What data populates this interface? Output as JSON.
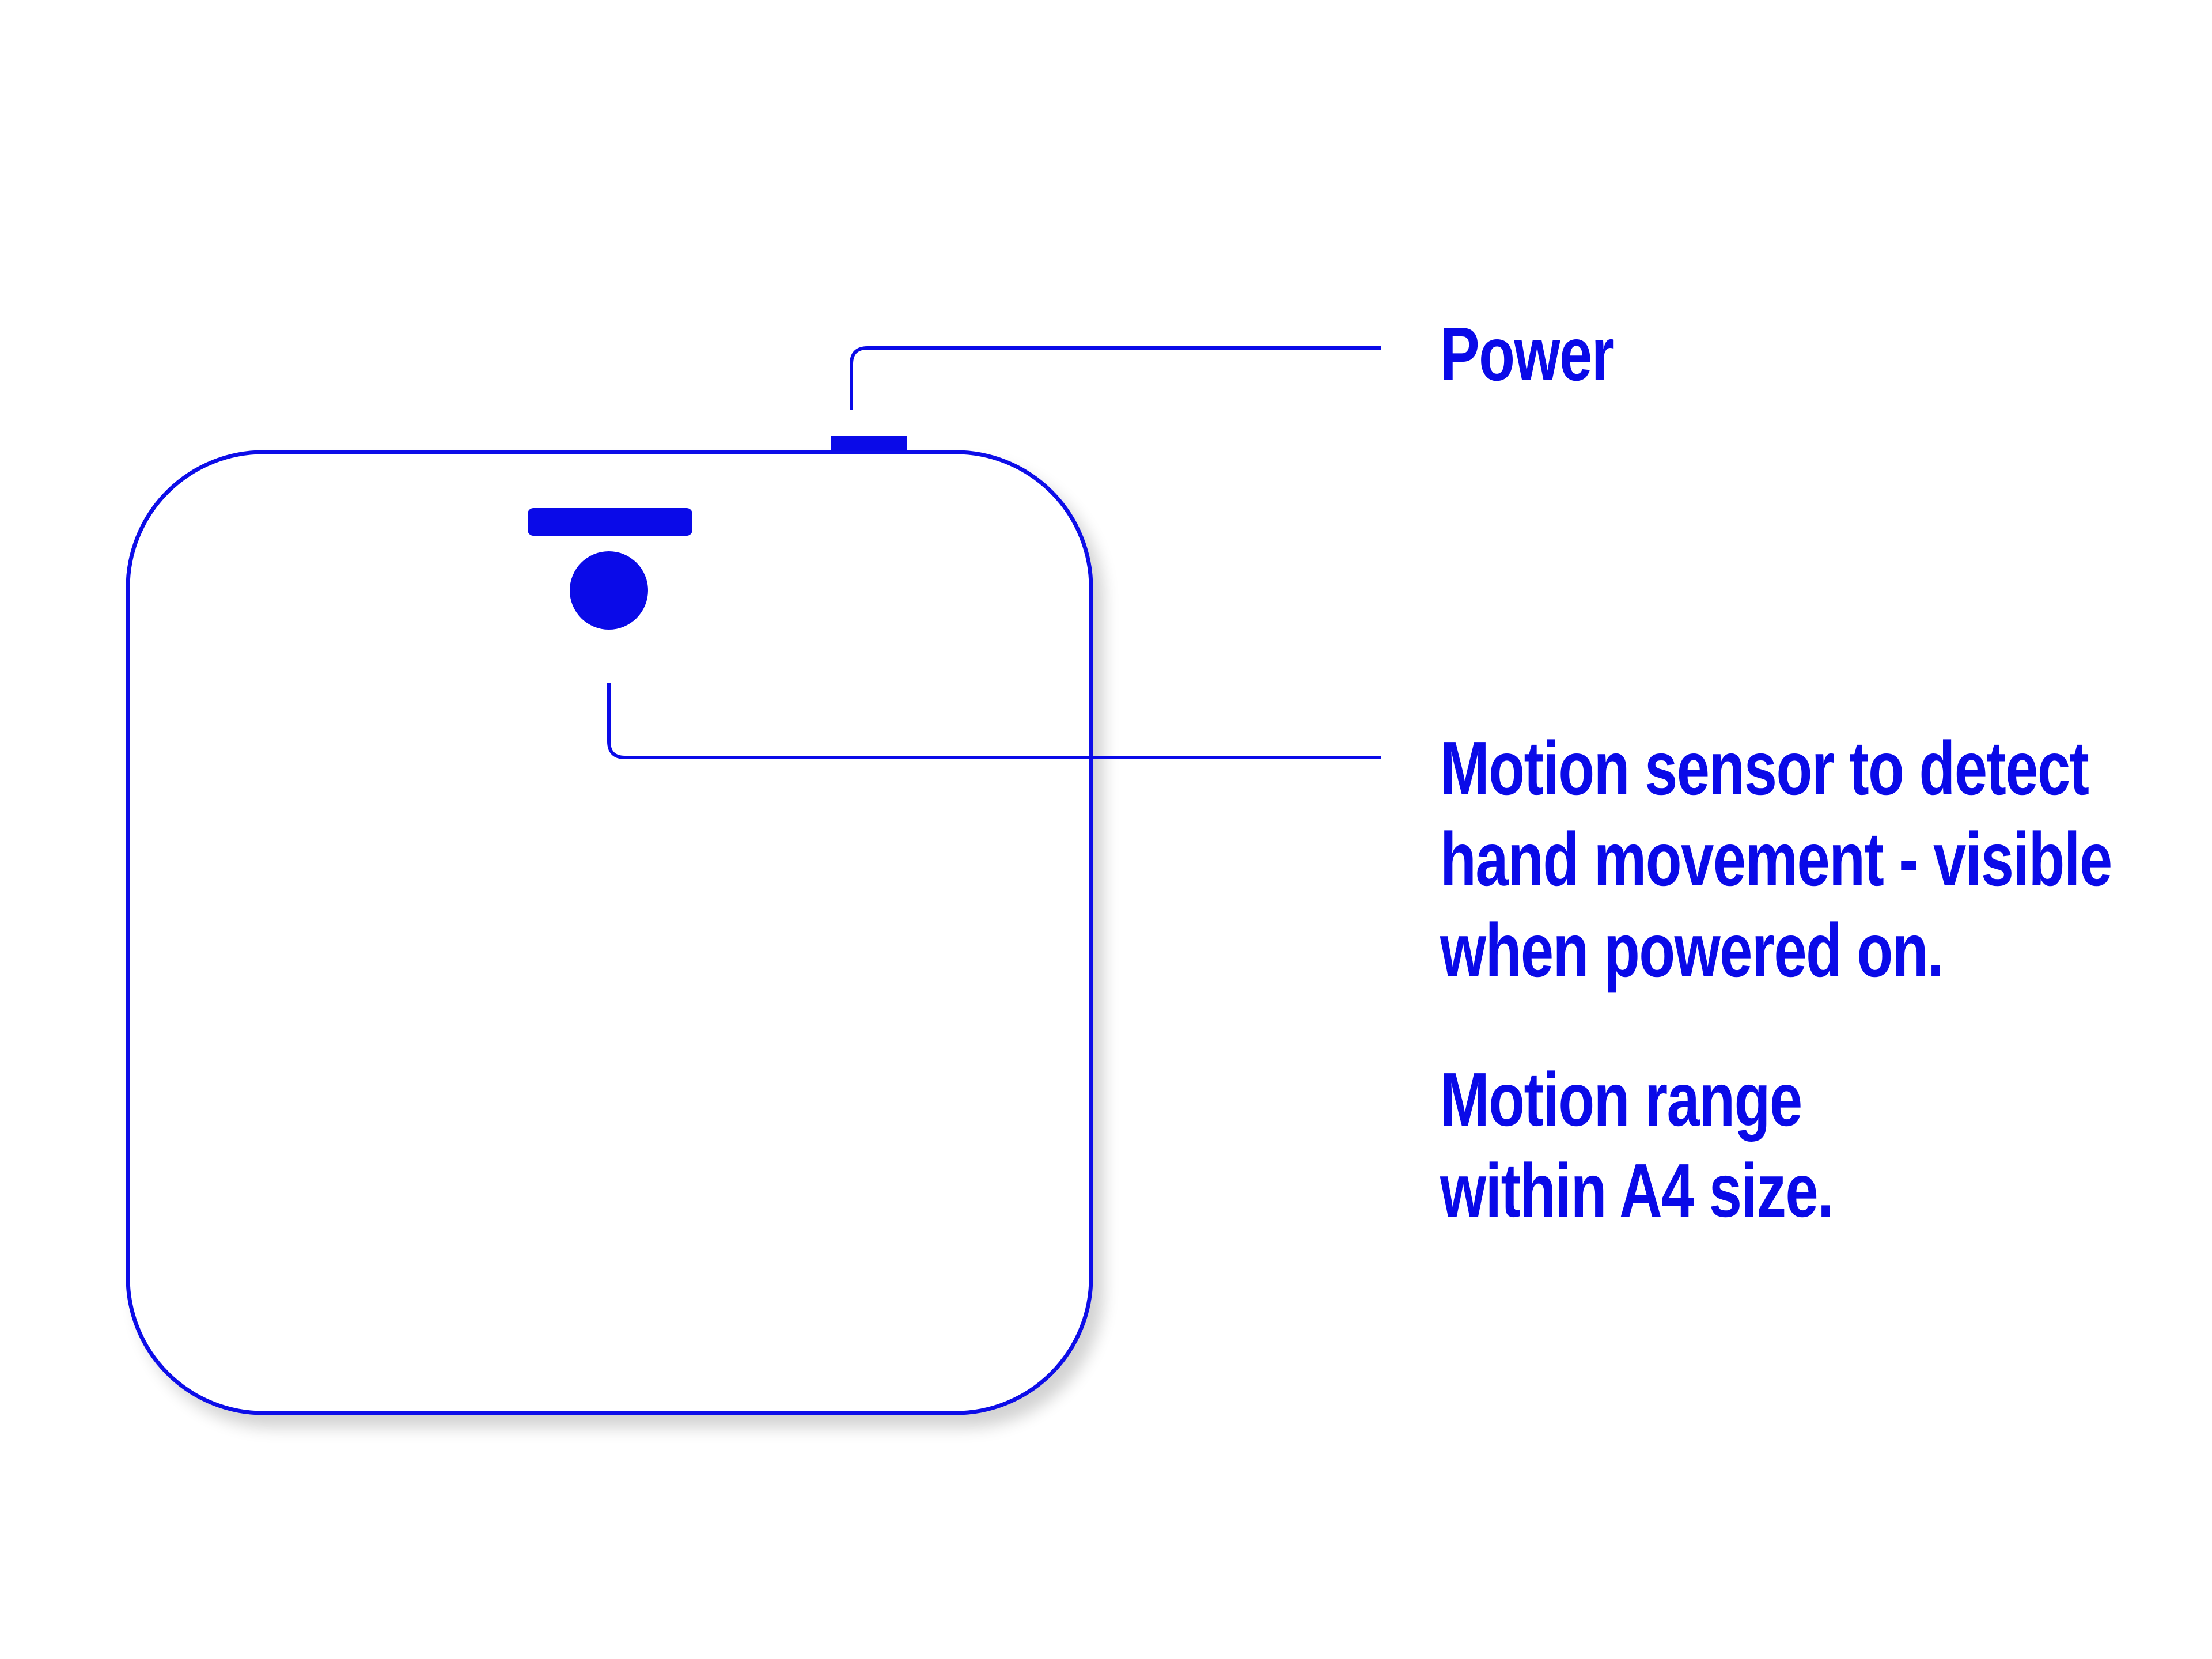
{
  "colors": {
    "accent": "#0a0ae8",
    "background": "#ffffff"
  },
  "labels": {
    "power": "Power",
    "motion_sensor": [
      "Motion sensor to detect",
      "hand movement - visible",
      "when powered on."
    ],
    "motion_range": [
      "Motion range",
      "within A4 size."
    ]
  }
}
